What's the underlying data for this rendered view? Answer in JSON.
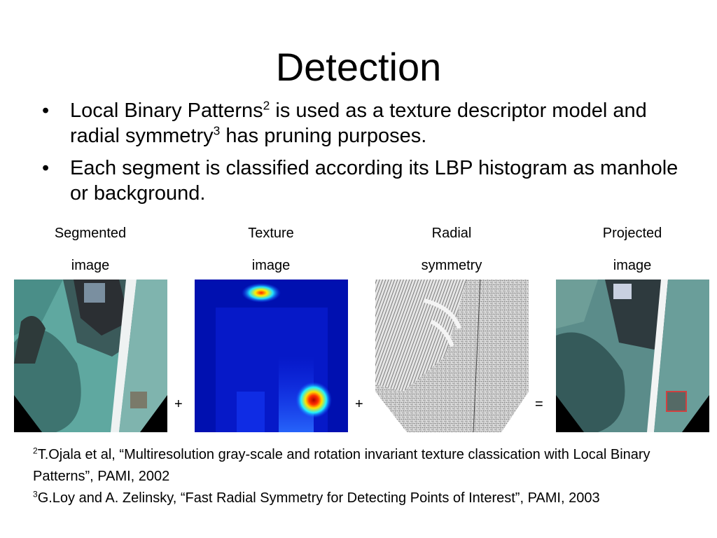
{
  "slide": {
    "title": "Detection",
    "bullets": [
      {
        "pre": "Local Binary Patterns",
        "sup": "2",
        "mid": " is used as a texture descriptor model and radial symmetry",
        "sup2": "3",
        "post": " has pruning purposes."
      },
      {
        "text": "Each segment is classified according its LBP histogram as manhole or background."
      }
    ],
    "panels": [
      {
        "caption1": "Segmented",
        "caption2": "image"
      },
      {
        "caption1": "Texture",
        "caption2": "image"
      },
      {
        "caption1": "Radial",
        "caption2": "symmetry"
      },
      {
        "caption1": "Projected",
        "caption2": "image"
      }
    ],
    "operators": [
      "+",
      "+",
      "="
    ],
    "references": [
      {
        "sup": "2",
        "text": "T.Ojala et al, “Multiresolution gray-scale and rotation invariant texture classication with Local Binary Patterns”, PAMI, 2002"
      },
      {
        "sup": "3",
        "text": "G.Loy and A. Zelinsky, “Fast Radial Symmetry for Detecting Points of Interest”, PAMI, 2003"
      }
    ]
  }
}
